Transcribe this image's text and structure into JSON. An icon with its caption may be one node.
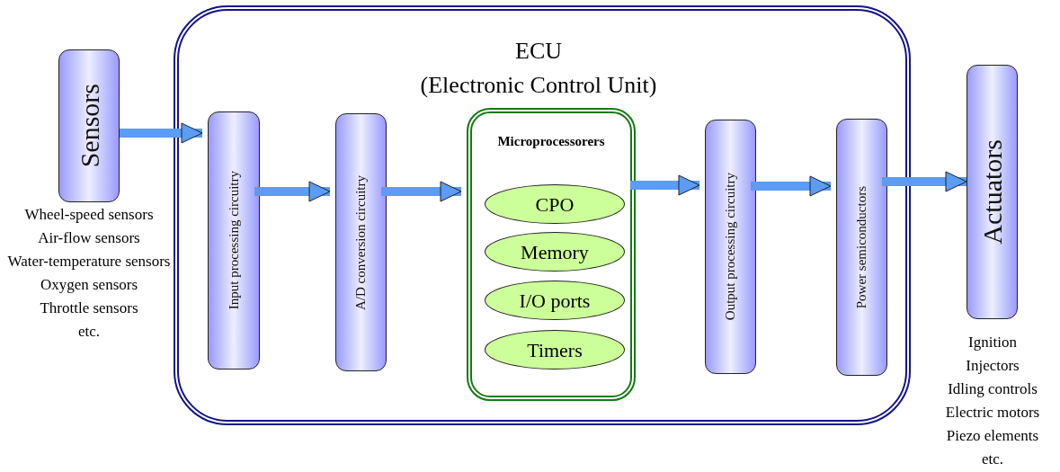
{
  "diagram": {
    "nodes": [
      {
        "text": [
          "Sensors"
        ],
        "beside": [
          "Wheel-speed sensors",
          "Air-flow sensors",
          "Water-temperature sensors",
          "Oxygen sensors",
          "Throttle sensors",
          "etc."
        ]
      },
      {
        "text": [
          "ECU",
          "(Electronic Control Unit)"
        ]
      },
      {
        "text": [
          "Input processing circuitry"
        ],
        "in": 1
      },
      {
        "text": [
          "A/D conversion circuitry"
        ],
        "in": 1
      },
      {
        "text": [
          "Microprocessorers"
        ],
        "in": 1
      },
      {
        "text": [
          "CPO"
        ],
        "in": 4
      },
      {
        "text": [
          "Memory"
        ],
        "in": 4
      },
      {
        "text": [
          "I/O ports"
        ],
        "in": 4
      },
      {
        "text": [
          "Timers"
        ],
        "in": 4
      },
      {
        "text": [
          "Output processing circuitry"
        ],
        "in": 1
      },
      {
        "text": [
          "Power semiconductors"
        ],
        "in": 1
      },
      {
        "text": [
          "Actuators"
        ],
        "beside": [
          "Ignition",
          "Injectors",
          "Idling controls",
          "Electric motors",
          "Piezo elements",
          "etc."
        ]
      }
    ],
    "edges": [
      {
        "from": 0,
        "to": 2,
        "arrow": "to"
      },
      {
        "from": 2,
        "to": 3,
        "arrow": "to"
      },
      {
        "from": 3,
        "to": 4,
        "arrow": "to"
      },
      {
        "from": 4,
        "to": 9,
        "arrow": "to"
      },
      {
        "from": 9,
        "to": 10,
        "arrow": "to"
      },
      {
        "from": 10,
        "to": 11,
        "arrow": "to"
      }
    ]
  }
}
